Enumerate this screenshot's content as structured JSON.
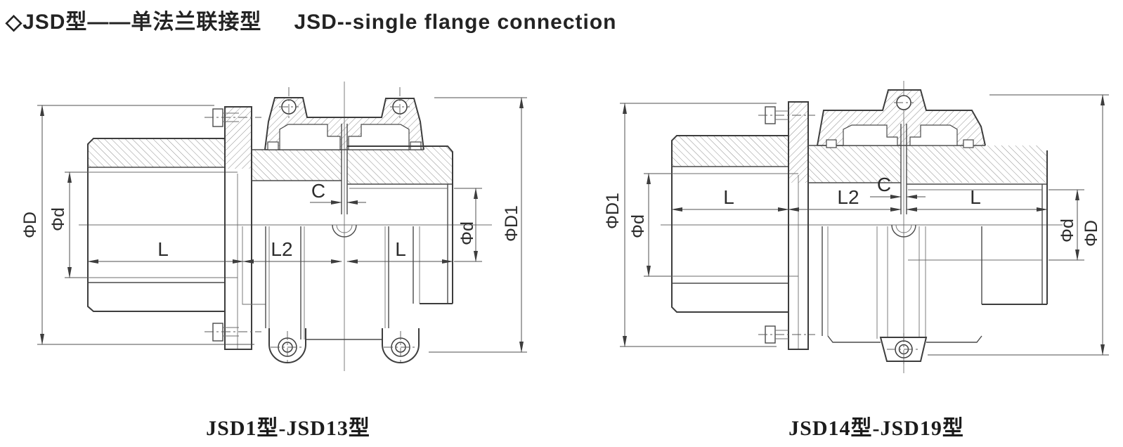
{
  "title": {
    "zh": "◇JSD型——单法兰联接型",
    "en": "JSD--single flange connection"
  },
  "figures": {
    "left": {
      "caption": "JSD1型-JSD13型",
      "labels": {
        "d_outer_left": "ΦD",
        "d_bore_left": "Φd",
        "len_hub_left": "L",
        "len_mid": "L2",
        "gap": "C",
        "len_hub_right": "L",
        "d_bore_right": "Φd",
        "d_outer_right": "ΦD1"
      }
    },
    "right": {
      "caption": "JSD14型-JSD19型",
      "labels": {
        "d_outer_left": "ΦD1",
        "d_bore_left": "Φd",
        "len_hub_left": "L",
        "len_mid": "L2",
        "gap": "C",
        "len_hub_right": "L",
        "d_bore_right": "Φd",
        "d_outer_right": "ΦD"
      }
    }
  },
  "colors": {
    "background": "#ffffff",
    "outline": "#3d3d3d",
    "thin_line": "#6e6e6e",
    "hatch": "#8f8f8f",
    "text": "#232323"
  }
}
